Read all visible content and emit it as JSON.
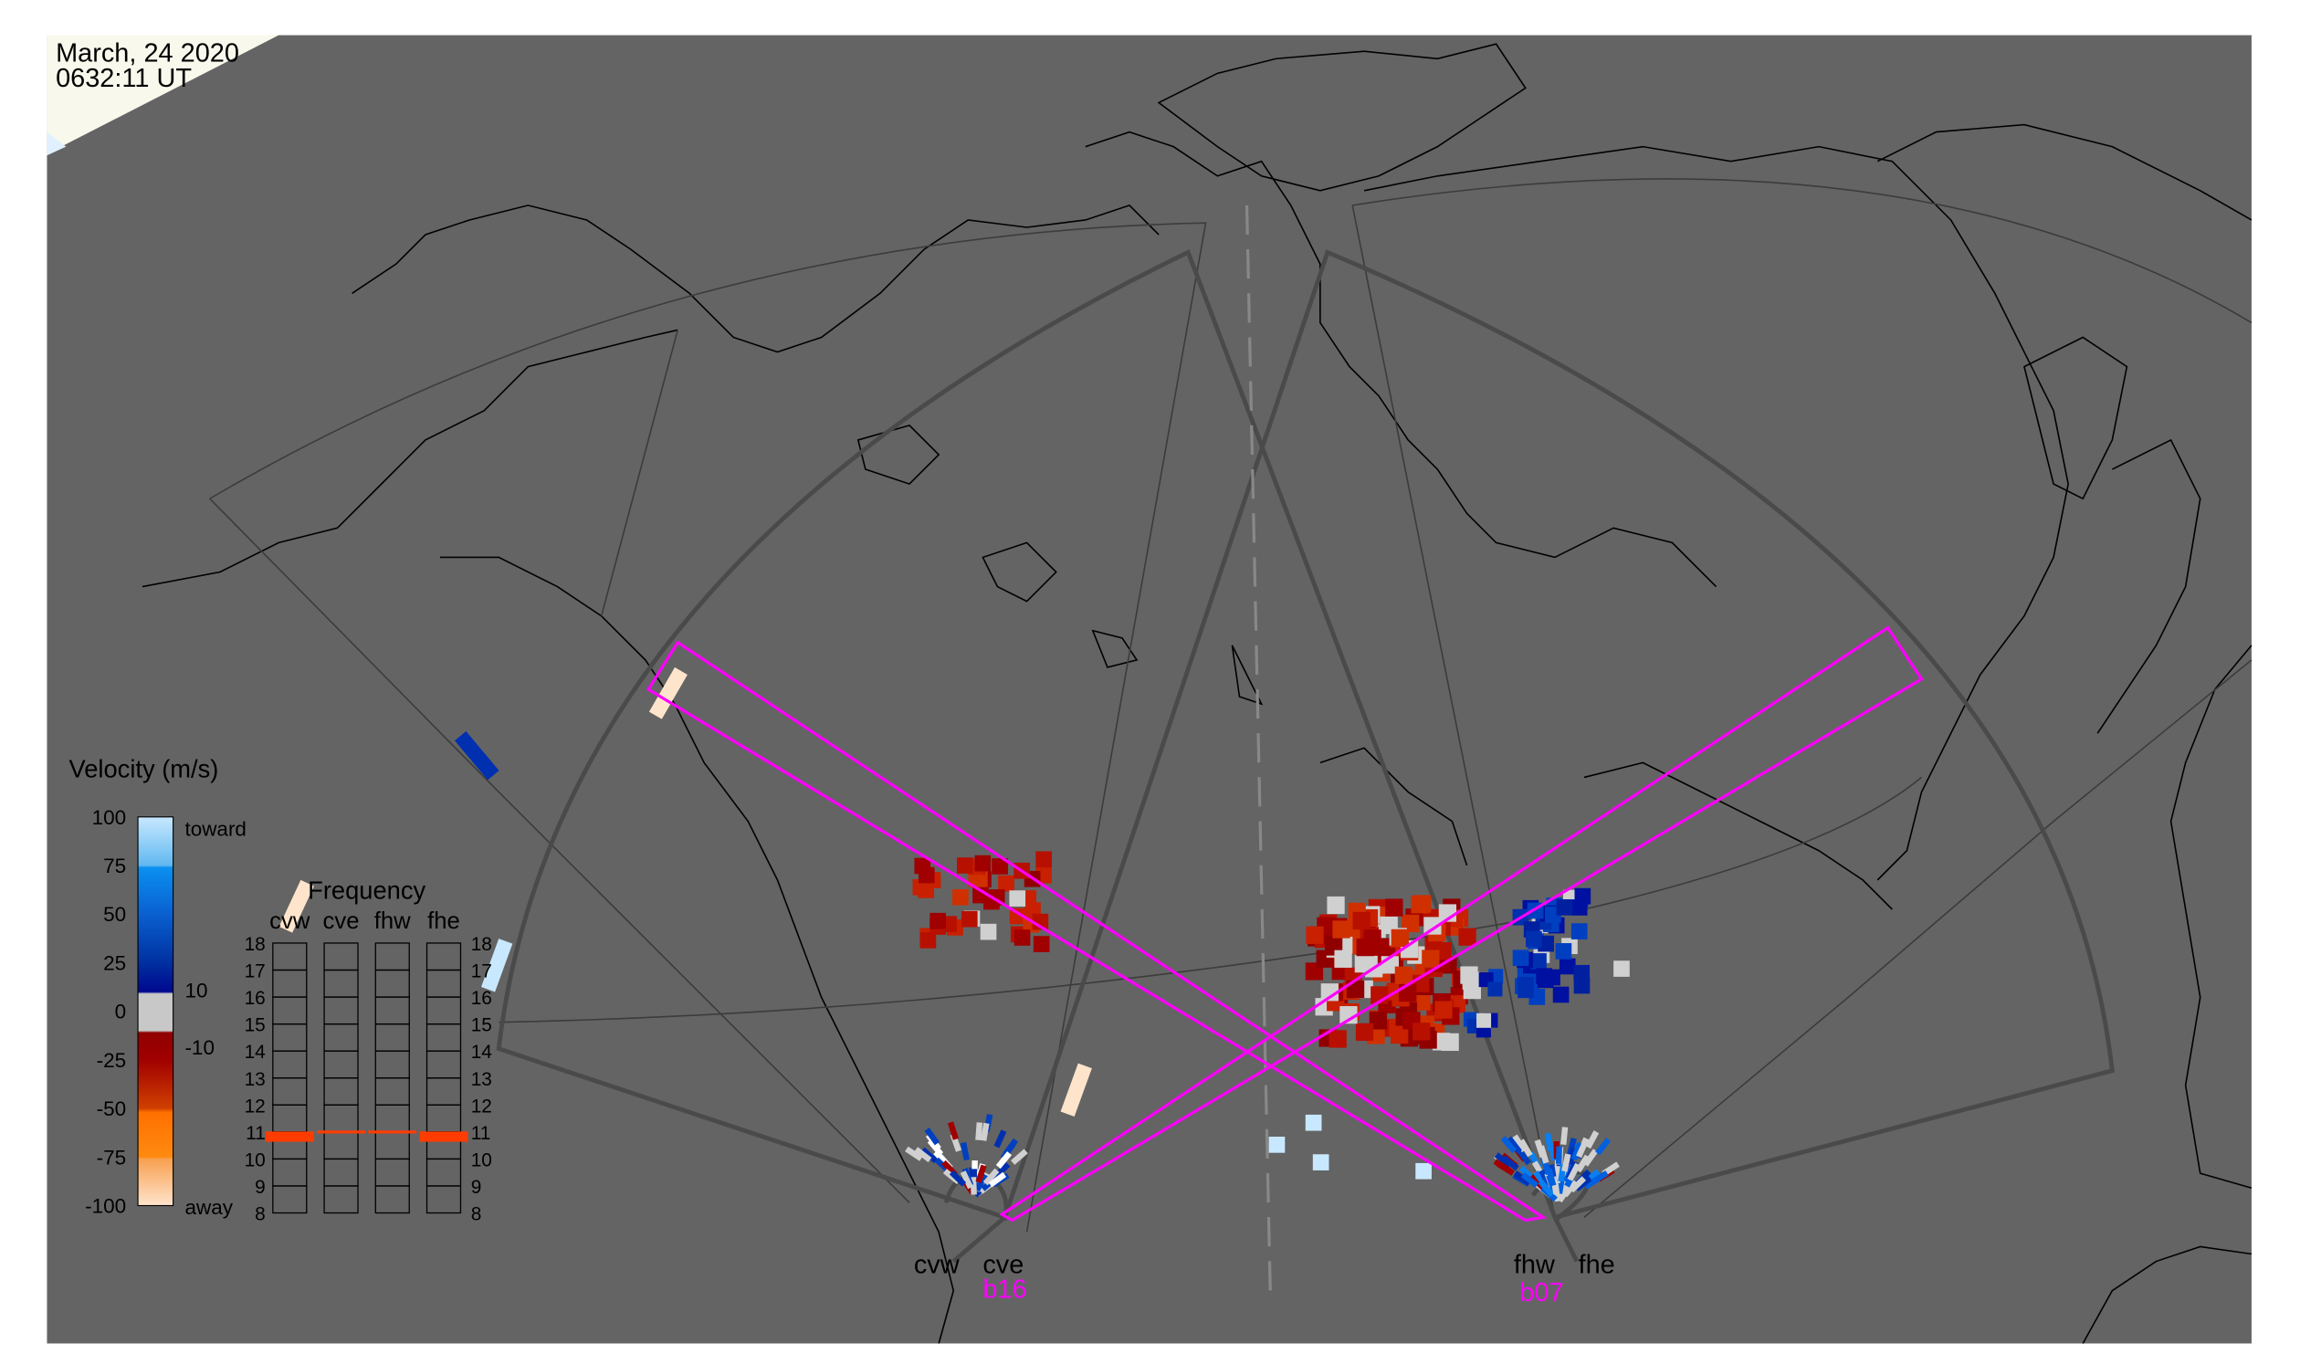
{
  "header": {
    "date": "March, 24 2020",
    "time": "0632:11 UT"
  },
  "colors": {
    "background": "#646464",
    "daylight": "#f8f8ec",
    "beam": "#ff00ff",
    "fov": "#4a4a4a",
    "freq_marker": "#ff3c00"
  },
  "colorbar": {
    "title": "Velocity (m/s)",
    "ticks": [
      "100",
      "75",
      "50",
      "25",
      "0",
      "-25",
      "-50",
      "-75",
      "-100"
    ],
    "toward_label": "toward",
    "away_label": "away",
    "threshold_high": "10",
    "threshold_low": "-10"
  },
  "frequency_panel": {
    "title": "Frequency",
    "radars": [
      "cvw",
      "cve",
      "fhw",
      "fhe"
    ],
    "ticks": [
      "18",
      "17",
      "16",
      "15",
      "14",
      "13",
      "12",
      "11",
      "10",
      "9",
      "8"
    ],
    "frequencies_mhz": [
      10.8,
      11.0,
      11.0,
      10.8
    ],
    "marker_thickness": [
      "thick",
      "thin",
      "thin",
      "thick"
    ]
  },
  "radars": {
    "cv": {
      "west": "cvw",
      "east": "cve",
      "beam": "b16"
    },
    "fh": {
      "west": "fhw",
      "east": "fhe",
      "beam": "b07"
    }
  }
}
